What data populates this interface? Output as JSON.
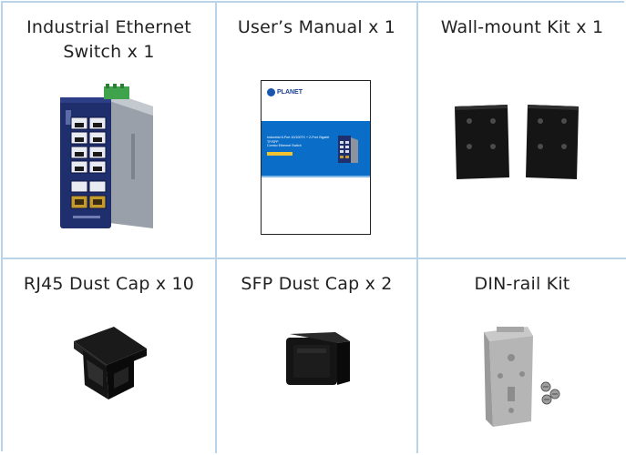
{
  "items": [
    {
      "label": "Industrial Ethernet Switch x 1"
    },
    {
      "label": "User’s Manual x 1"
    },
    {
      "label": "Wall-mount Kit x 1"
    },
    {
      "label": "RJ45 Dust Cap x 10"
    },
    {
      "label": "SFP Dust Cap x 2"
    },
    {
      "label": "DIN-rail Kit"
    }
  ],
  "manual": {
    "brand": "PLANET",
    "cover_title_line1": "Industrial 8-Port 10/100TX + 2-Port Gigabit TP/SFP",
    "cover_title_line2": "Combo Ethernet Switch"
  },
  "colors": {
    "border": "#b9d3e8",
    "switch_body": "#1f2f6e",
    "manual_blue": "#0a6ec8",
    "bracket": "#151515",
    "rail": "#b9b9b9"
  }
}
